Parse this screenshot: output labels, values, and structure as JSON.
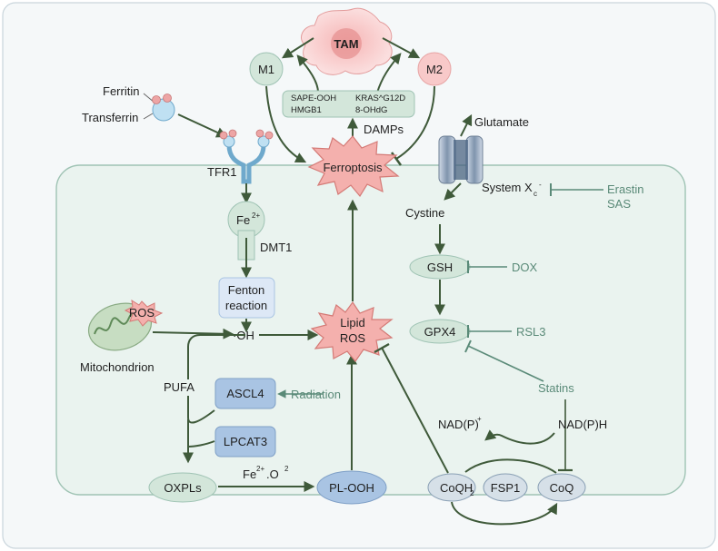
{
  "nodes": {
    "tam": "TAM",
    "m1": "M1",
    "m2": "M2",
    "ferritin": "Ferritin",
    "transferrin": "Transferrin",
    "tfr1": "TFR1",
    "fe2": "Fe",
    "fe2_sup": "2+",
    "dmt1": "DMT1",
    "fenton_line1": "Fenton",
    "fenton_line2": "reaction",
    "ros": "ROS",
    "mitochondrion": "Mitochondrion",
    "oh": "·OH",
    "pufa": "PUFA",
    "ascl4": "ASCL4",
    "radiation": "Radiation",
    "lpcat3": "LPCAT3",
    "oxpls": "OXPLs",
    "fe_o2_prefix": "Fe",
    "fe_o2_sup1": "2+",
    "fe_o2_mid": ".O",
    "fe_o2_sup2": "2",
    "ploh": "PL-OOH",
    "ferroptosis": "Ferroptosis",
    "lipid_line1": "Lipid",
    "lipid_line2": "ROS",
    "damps": "DAMPs",
    "glutamate": "Glutamate",
    "system_xc": "System X",
    "system_xc_sub": "c",
    "system_xc_sup": "-",
    "cystine": "Cystine",
    "erastin": "Erastin",
    "sas": "SAS",
    "gsh": "GSH",
    "dox": "DOX",
    "gpx4": "GPX4",
    "rsl3": "RSL3",
    "statins": "Statins",
    "nadp": "NAD(P)",
    "nadp_sup": "+",
    "nadph": "NAD(P)H",
    "coqh2": "CoQH",
    "coqh2_sub": "2",
    "fsp1": "FSP1",
    "coq": "CoQ"
  },
  "damps_box": {
    "col1": [
      "SAPE-OOH",
      "HMGB1"
    ],
    "col2": [
      "KRAS^G12D",
      "8-OHdG"
    ]
  },
  "colors": {
    "arrow": "#3f5a3a",
    "inhibitor_text": "#5a8a78",
    "cell_fill": "#eaf3ef",
    "cell_stroke": "#9fc3b4",
    "node_green": "#d3e6da",
    "node_blue": "#a9c4e3",
    "ros_star": "#f4b0ad",
    "m2_pink": "#f8c9c9"
  }
}
